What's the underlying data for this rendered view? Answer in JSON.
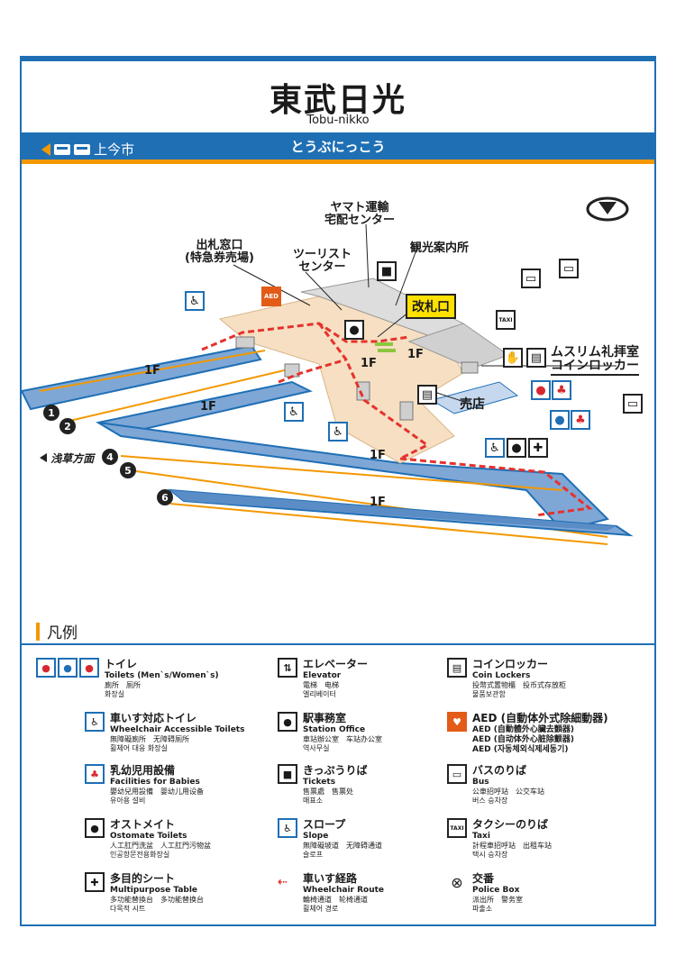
{
  "header": {
    "title": "東武日光",
    "subtitle": "Tobu-nikko",
    "kana": "とうぶにっこう",
    "next_station": "上今市",
    "direction_label": "浅草方面"
  },
  "map": {
    "labels": {
      "yamato": "ヤマト運輸\n宅配センター",
      "ticket_window": "出札窓口\n(特急券売場)",
      "tourist_center": "ツーリスト\nセンター",
      "tourist_info": "観光案内所",
      "gate": "改札口",
      "prayer_room": "ムスリム礼拝室",
      "coin_locker": "コインロッカー",
      "kiosk": "売店",
      "aed": "AED",
      "taxi": "TAXI"
    },
    "floor_labels": [
      "1F",
      "1F",
      "1F",
      "1F",
      "1F",
      "1F"
    ],
    "track_numbers": [
      "1",
      "2",
      "4",
      "5",
      "6"
    ]
  },
  "legend": {
    "title": "凡例",
    "items": [
      {
        "title": "トイレ",
        "en": "Toilets (Men`s/Women`s)",
        "l1": "廁所　厕所",
        "l2": "화장실"
      },
      {
        "title": "車いす対応トイレ",
        "en": "Wheelchair Accessible Toilets",
        "l1": "無障礙廁所　无障碍厕所",
        "l2": "휠체어 대응 화장실"
      },
      {
        "title": "乳幼児用設備",
        "en": "Facilities for Babies",
        "l1": "嬰幼兒用設備　婴幼儿用设备",
        "l2": "유아용 설비"
      },
      {
        "title": "オストメイト",
        "en": "Ostomate Toilets",
        "l1": "人工肛門洗盆　人工肛門污物盆",
        "l2": "인공항문전용화장실"
      },
      {
        "title": "多目的シート",
        "en": "Multipurpose Table",
        "l1": "多功能替換台　多功能替换台",
        "l2": "다목적 시트"
      },
      {
        "title": "エレベーター",
        "en": "Elevator",
        "l1": "電梯　电梯",
        "l2": "엘리베이터"
      },
      {
        "title": "駅事務室",
        "en": "Station Office",
        "l1": "車站辦公室　车站办公室",
        "l2": "역사무실"
      },
      {
        "title": "きっぷうりば",
        "en": "Tickets",
        "l1": "售票處　售票处",
        "l2": "매표소"
      },
      {
        "title": "スロープ",
        "en": "Slope",
        "l1": "無障礙坡道　无障碍通道",
        "l2": "슬로프"
      },
      {
        "title": "車いす経路",
        "en": "Wheelchair Route",
        "l1": "輪椅通道　轮椅通道",
        "l2": "휠체어 경로"
      },
      {
        "title": "コインロッカー",
        "en": "Coin Lockers",
        "l1": "投幣式置物櫃　投币式存放柜",
        "l2": "물품보관함"
      },
      {
        "title": "AED (自動体外式除細動器)",
        "en": "AED (自動體外心臟去顫器)",
        "l1": "AED (自动体外心脏除颤器)",
        "l2": "AED (자동체외식제세동기)"
      },
      {
        "title": "バスのりば",
        "en": "Bus",
        "l1": "公車招呼站　公交车站",
        "l2": "버스 승차장"
      },
      {
        "title": "タクシーのりば",
        "en": "Taxi",
        "l1": "計程車招呼站　出租车站",
        "l2": "택시 승차장"
      },
      {
        "title": "交番",
        "en": "Police Box",
        "l1": "派出所　警务室",
        "l2": "파출소"
      }
    ]
  },
  "colors": {
    "brand_blue": "#1f6fb5",
    "accent_orange": "#f39800",
    "platform_blue": "#7ea7d6",
    "concourse": "#f6dfc2",
    "route_red": "#e5322d",
    "gate_yellow": "#ffe100"
  }
}
